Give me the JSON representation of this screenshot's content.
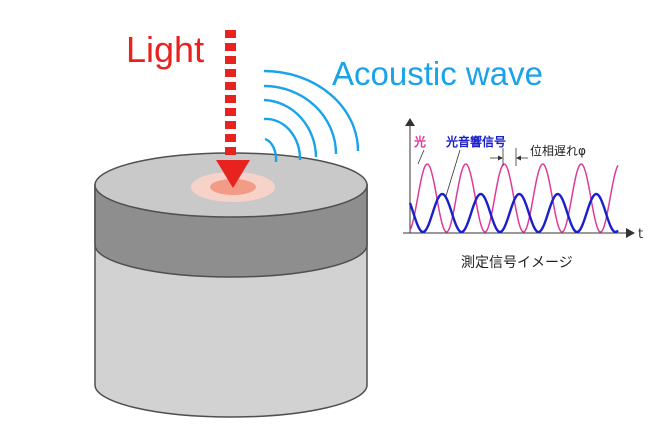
{
  "labels": {
    "light": "Light",
    "acoustic_wave": "Acoustic wave"
  },
  "graph": {
    "axis_t": "t",
    "legend_light": "光",
    "legend_signal": "光音響信号",
    "phase_label": "位相遅れφ",
    "caption": "測定信号イメージ"
  },
  "colors": {
    "light": "#e8221f",
    "acoustic": "#1aa3e8",
    "light_signal": "#dd3b98",
    "acoustic_signal": "#1b1fc9",
    "sample_side": "#d2d2d2",
    "sample_band": "#8c8c8c",
    "sample_top": "#c8c8c8"
  }
}
